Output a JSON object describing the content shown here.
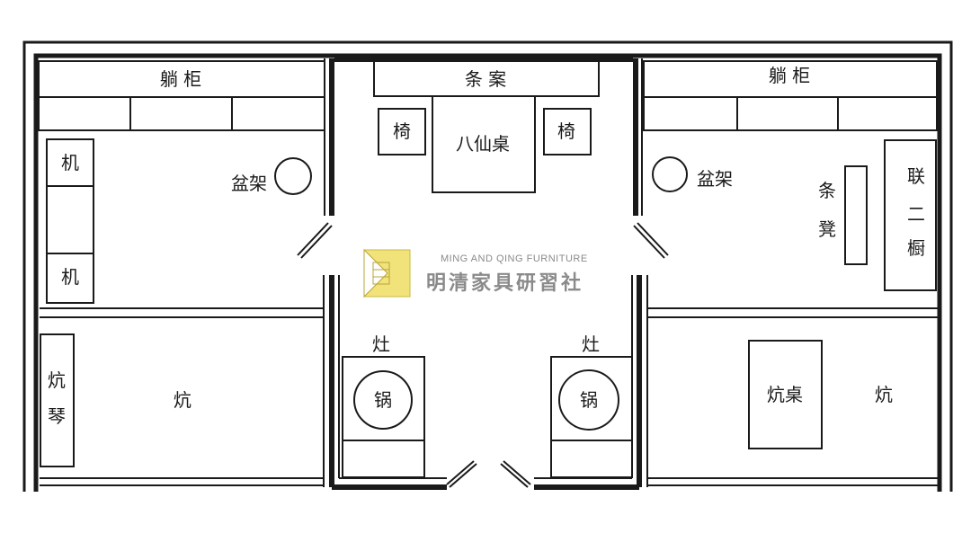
{
  "rooms": {
    "left_bedroom": {
      "cabinet": "躺 柜",
      "table_top": "机",
      "table_bottom": "机",
      "basin_stand": "盆架"
    },
    "hall": {
      "long_table": "条 案",
      "chair_left": "椅",
      "eight_immortals_table": "八仙桌",
      "chair_right": "椅"
    },
    "right_bedroom": {
      "cabinet": "躺 柜",
      "basin_stand": "盆架",
      "bench_top": "条",
      "bench_bottom": "凳",
      "cabinet_1": "联",
      "cabinet_2": "二",
      "cabinet_3": "橱"
    },
    "left_kang": {
      "kang_qin_1": "炕",
      "kang_qin_2": "琴",
      "kang": "炕"
    },
    "left_kitchen": {
      "stove": "灶",
      "wok": "锅"
    },
    "right_kitchen": {
      "stove": "灶",
      "wok": "锅"
    },
    "right_kang": {
      "kang_table": "炕桌",
      "kang": "炕"
    }
  },
  "watermark": {
    "english": "MING AND QING FURNITURE",
    "chinese": "明清家具研習社",
    "accent_color": "#f2e27a"
  }
}
